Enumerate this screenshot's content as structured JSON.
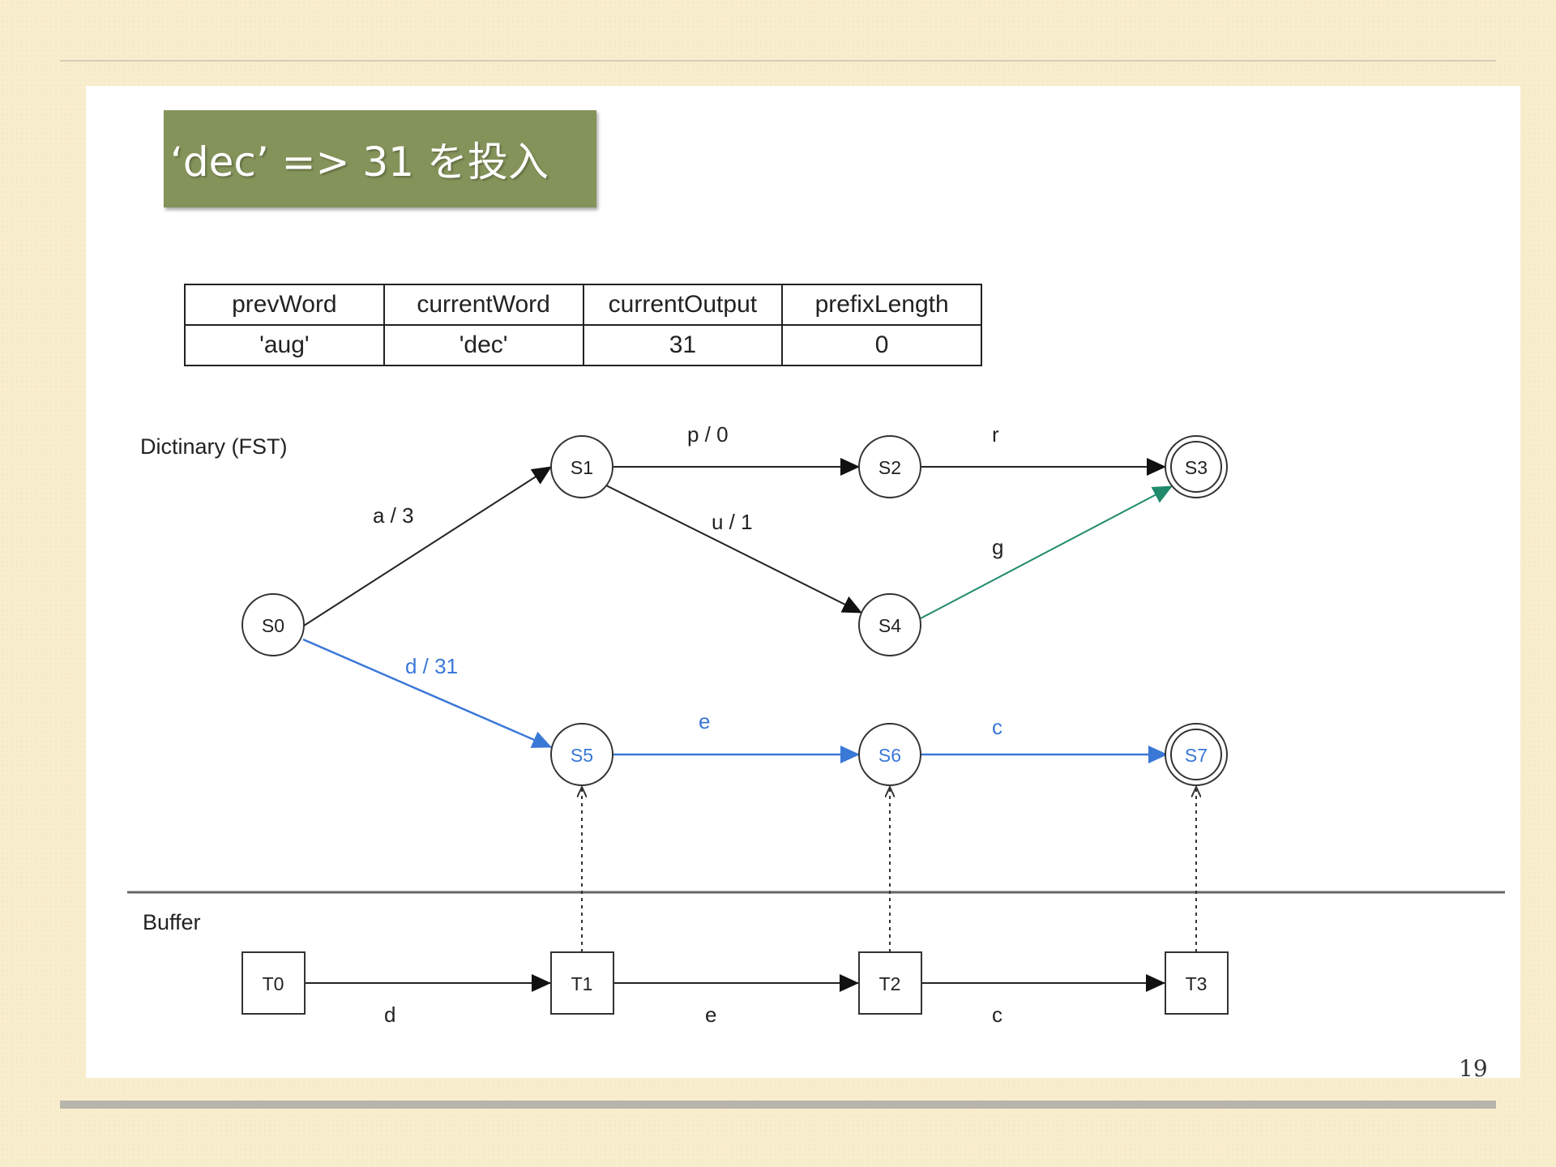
{
  "slide": {
    "title": "‘dec’ => 31 を投入",
    "page_number": "19"
  },
  "table": {
    "headers": [
      "prevWord",
      "currentWord",
      "currentOutput",
      "prefixLength"
    ],
    "row": [
      "'aug'",
      "'dec'",
      "31",
      "0"
    ]
  },
  "fst": {
    "label": "Dictinary (FST)",
    "nodes": [
      "S0",
      "S1",
      "S2",
      "S3",
      "S4",
      "S5",
      "S6",
      "S7"
    ],
    "edge_labels": [
      "a / 3",
      "p / 0",
      "r",
      "u / 1",
      "g",
      "d / 31",
      "e",
      "c"
    ]
  },
  "buffer": {
    "label": "Buffer",
    "nodes": [
      "T0",
      "T1",
      "T2",
      "T3"
    ],
    "edge_labels": [
      "d",
      "e",
      "c"
    ]
  },
  "colors": {
    "title_box": "#84935a",
    "highlight_blue": "#3a78d6",
    "highlight_green": "#1f8a6c",
    "line": "#222222"
  }
}
